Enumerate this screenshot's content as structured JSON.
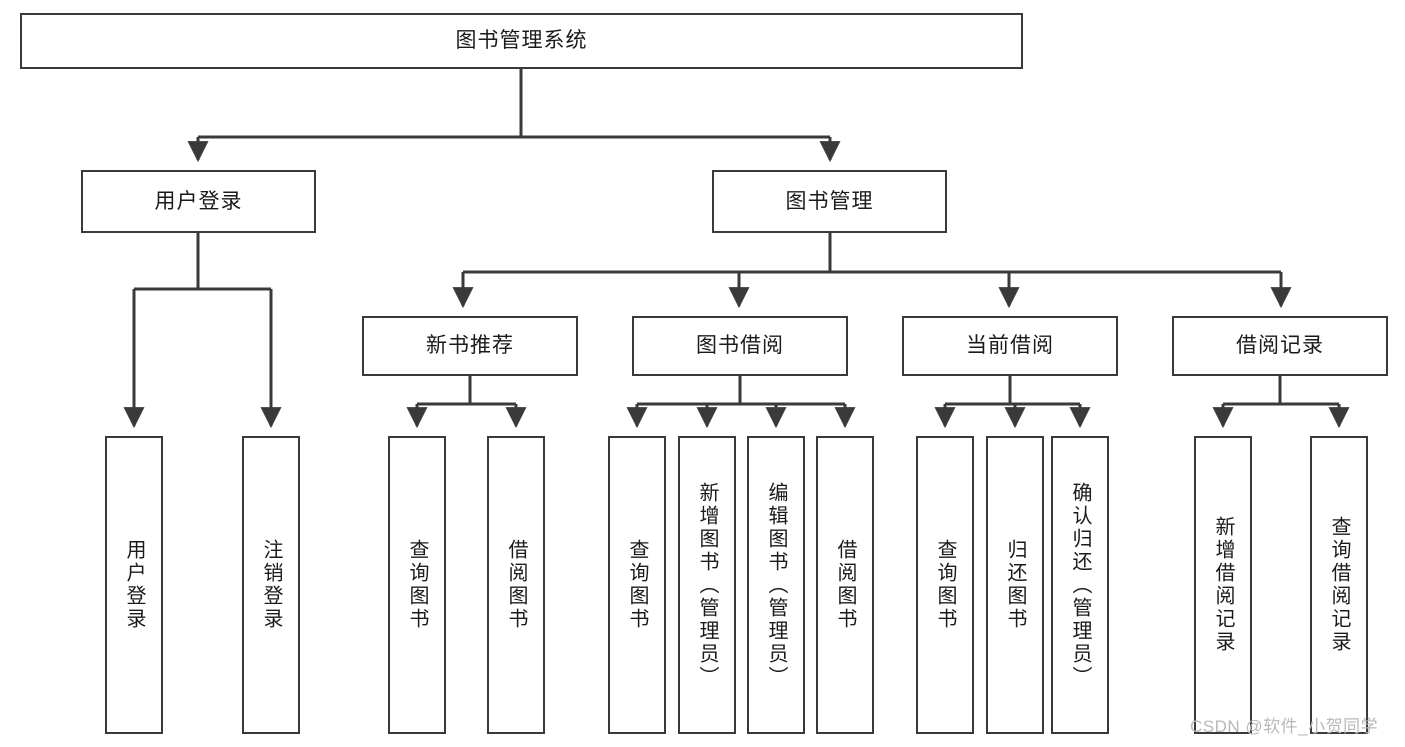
{
  "diagram": {
    "title": "图书管理系统",
    "type": "tree-hierarchy-diagram",
    "watermark": "CSDN @软件_小贺同学",
    "colors": {
      "box_border": "#3a3a3a",
      "box_fill": "#ffffff",
      "edge": "#3a3a3a",
      "text": "#1b1b1b",
      "watermark": "#b9b9b9",
      "background": "#ffffff"
    },
    "nodes": {
      "root": {
        "label": "图书管理系统"
      },
      "level1": [
        {
          "label": "用户登录"
        },
        {
          "label": "图书管理"
        }
      ],
      "level2": [
        {
          "label": "新书推荐"
        },
        {
          "label": "图书借阅"
        },
        {
          "label": "当前借阅"
        },
        {
          "label": "借阅记录"
        }
      ],
      "leaves": {
        "user_login": [
          {
            "label": "用户登录"
          },
          {
            "label": "注销登录"
          }
        ],
        "new_book_recommend": [
          {
            "label": "查询图书"
          },
          {
            "label": "借阅图书"
          }
        ],
        "book_borrow": [
          {
            "label": "查询图书"
          },
          {
            "label": "新增图书（管理员）"
          },
          {
            "label": "编辑图书（管理员）"
          },
          {
            "label": "借阅图书"
          }
        ],
        "current_borrow": [
          {
            "label": "查询图书"
          },
          {
            "label": "归还图书"
          },
          {
            "label": "确认归还（管理员）"
          }
        ],
        "borrow_record": [
          {
            "label": "新增借阅记录"
          },
          {
            "label": "查询借阅记录"
          }
        ]
      }
    }
  }
}
